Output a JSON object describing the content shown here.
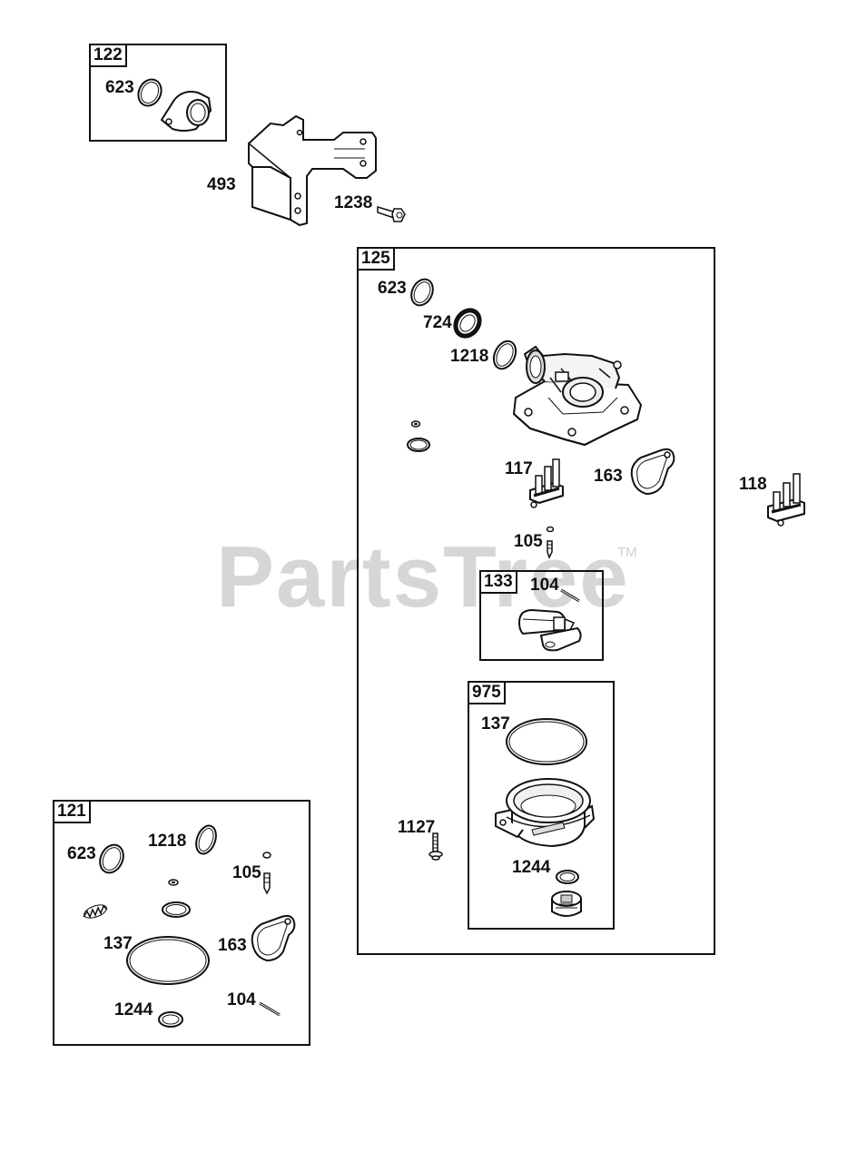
{
  "watermark": {
    "text": "PartsTree",
    "trademark": "TM"
  },
  "kits": {
    "k122": {
      "id": "122",
      "parts": {
        "p623": "623"
      }
    },
    "k125": {
      "id": "125",
      "parts": {
        "p623": "623",
        "p724": "724",
        "p1218": "1218",
        "p117": "117",
        "p163": "163",
        "p105": "105",
        "p1127": "1127"
      }
    },
    "k133": {
      "id": "133",
      "parts": {
        "p104": "104"
      }
    },
    "k975": {
      "id": "975",
      "parts": {
        "p137": "137",
        "p1244": "1244"
      }
    },
    "k121": {
      "id": "121",
      "parts": {
        "p623": "623",
        "p1218": "1218",
        "p105": "105",
        "p137": "137",
        "p163": "163",
        "p1244": "1244",
        "p104": "104"
      }
    }
  },
  "loose_parts": {
    "p493": "493",
    "p1238": "1238",
    "p118": "118"
  }
}
